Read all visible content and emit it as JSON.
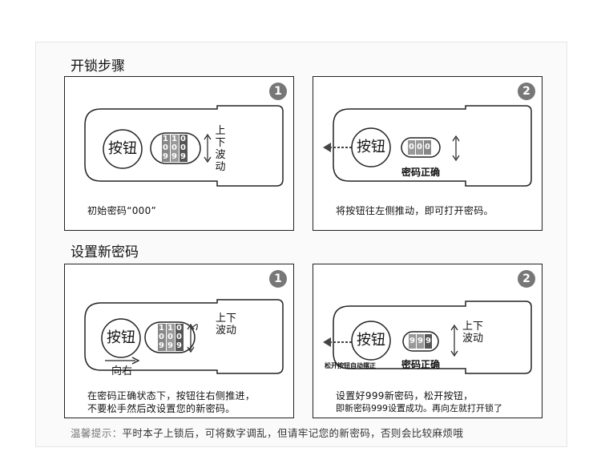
{
  "open_section": {
    "title": "开锁步骤",
    "step1": {
      "badge": "1",
      "button_label": "按钮",
      "dial_rows": [
        [
          "1",
          "1",
          "0"
        ],
        [
          "0",
          "0",
          "0"
        ],
        [
          "9",
          "9",
          "9"
        ]
      ],
      "wave_label": "上下波动",
      "caption": "初始密码“000”"
    },
    "step2": {
      "badge": "2",
      "button_label": "按钮",
      "dial_rows": [
        [
          "0",
          "0",
          "0"
        ]
      ],
      "code_label": "密码正确",
      "caption": "将按钮往左侧推动，即可打开密码。"
    }
  },
  "set_section": {
    "title": "设置新密码",
    "step1": {
      "badge": "1",
      "button_label": "按钮",
      "dial_rows": [
        [
          "1",
          "1",
          "0"
        ],
        [
          "0",
          "0",
          "0"
        ],
        [
          "9",
          "9",
          "9"
        ]
      ],
      "push_label": "向右",
      "wave_label": "上下波动",
      "caption_lines": [
        "在密码正确状态下，按钮往右侧推进，",
        "不要松手然后改设置您的新密码。"
      ]
    },
    "step2": {
      "badge": "2",
      "button_label": "按钮",
      "dial_rows": [
        [
          "9",
          "9",
          "9"
        ]
      ],
      "release_label": "松开按钮自动摆正",
      "code_label": "密码正确",
      "wave_label": "上下波动",
      "caption_lines": [
        "设置好999新密码，松开按钮，",
        "即新密码999设置成功。再向左就打开锁了"
      ]
    }
  },
  "tip": {
    "head": "温馨提示：",
    "body": "平时本子上锁后，可将数字调乱，但请牢记您的新密码，否则会比较麻烦哦"
  },
  "colors": {
    "badge": "#777777",
    "dial_dark": "#555555",
    "border": "#222222"
  }
}
